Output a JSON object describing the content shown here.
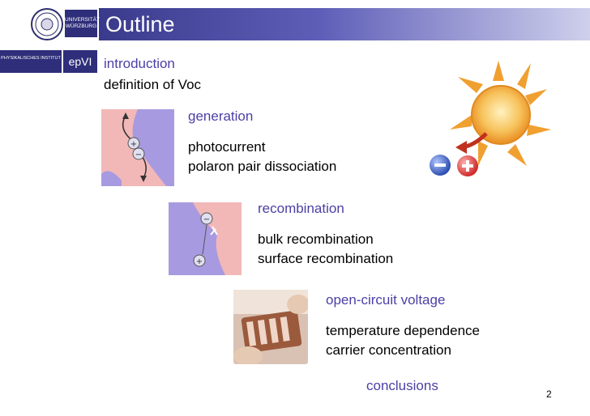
{
  "header": {
    "title": "Outline",
    "uni_logo_text": "UNIVERSITÄT WÜRZBURG",
    "inst_logo_text": "PHYSIKALISCHES INSTITUT",
    "group_logo_text": "epVI"
  },
  "intro": {
    "item1": "introduction",
    "item2": "definition of Voc"
  },
  "generation": {
    "title": "generation",
    "items": [
      "photocurrent",
      "polaron pair dissociation"
    ]
  },
  "recombination": {
    "title": "recombination",
    "items": [
      "bulk recombination",
      "surface recombination"
    ]
  },
  "ocv": {
    "title": "open-circuit voltage",
    "items": [
      "temperature dependence",
      "carrier concentration"
    ]
  },
  "conclusions": "conclusions",
  "page_number": "2",
  "colors": {
    "header_dark": "#3a3a8c",
    "section_text": "#4b3fa6",
    "sun": "#f3a52c"
  },
  "icons": {
    "plus": "+",
    "minus": "−"
  }
}
